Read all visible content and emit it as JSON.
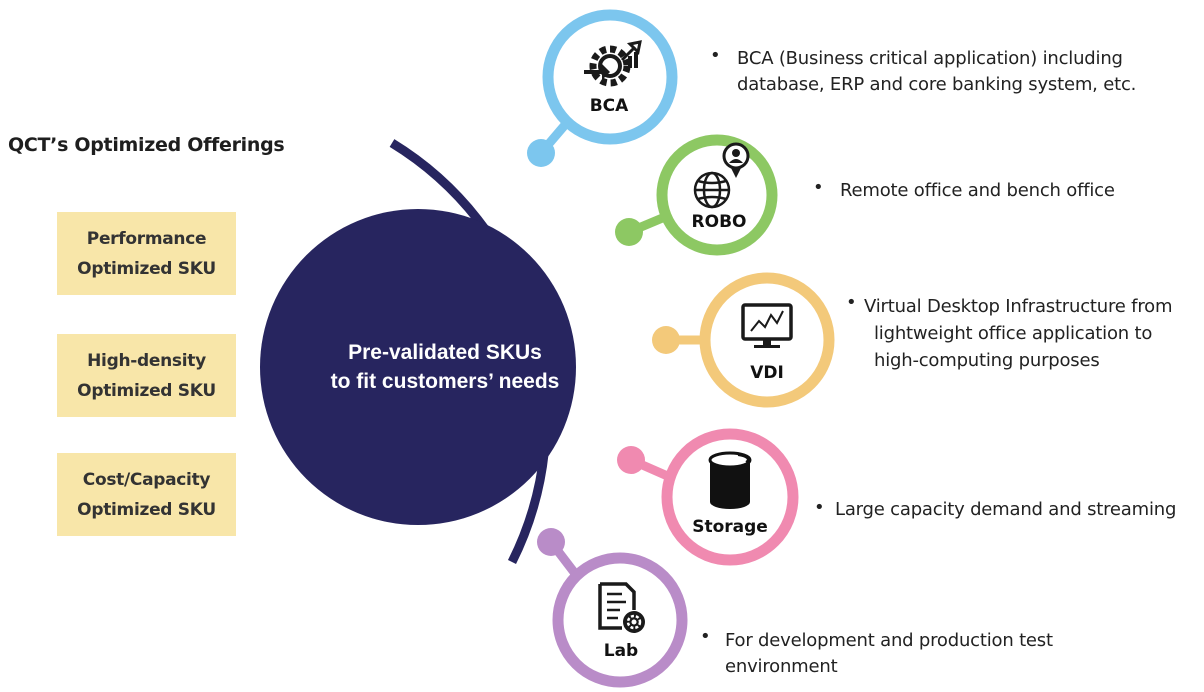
{
  "heading": "QCT’s Optimized Offerings",
  "sku_boxes": [
    {
      "line1": "Performance",
      "line2": "Optimized SKU"
    },
    {
      "line1": "High-density",
      "line2": "Optimized SKU"
    },
    {
      "line1": "Cost/Capacity",
      "line2": "Optimized SKU"
    }
  ],
  "center": {
    "line1": "Pre-validated SKUs",
    "line2": "to fit customers’ needs"
  },
  "badges": [
    {
      "label": "BCA",
      "icon": "gear-arrows-icon",
      "color": "#7cc6ee",
      "desc_line1": "BCA (Business critical application) including",
      "desc_line2": "database, ERP and core banking system, etc."
    },
    {
      "label": "ROBO",
      "icon": "globe-person-icon",
      "color": "#8dc863",
      "desc_line1": "Remote office and bench office",
      "desc_line2": ""
    },
    {
      "label": "VDI",
      "icon": "monitor-chart-icon",
      "color": "#f3c97a",
      "desc_line1": "Virtual Desktop Infrastructure from",
      "desc_line2": "lightweight office application to",
      "desc_line3": "high-computing purposes"
    },
    {
      "label": "Storage",
      "icon": "database-icon",
      "color": "#f08ab0",
      "desc_line1": "Large capacity demand and streaming",
      "desc_line2": ""
    },
    {
      "label": "Lab",
      "icon": "document-gear-icon",
      "color": "#b98cc8",
      "desc_line1": "For development and production test",
      "desc_line2": "environment"
    }
  ],
  "colors": {
    "navy": "#27255f",
    "sku_fill": "#f8e6a9"
  }
}
